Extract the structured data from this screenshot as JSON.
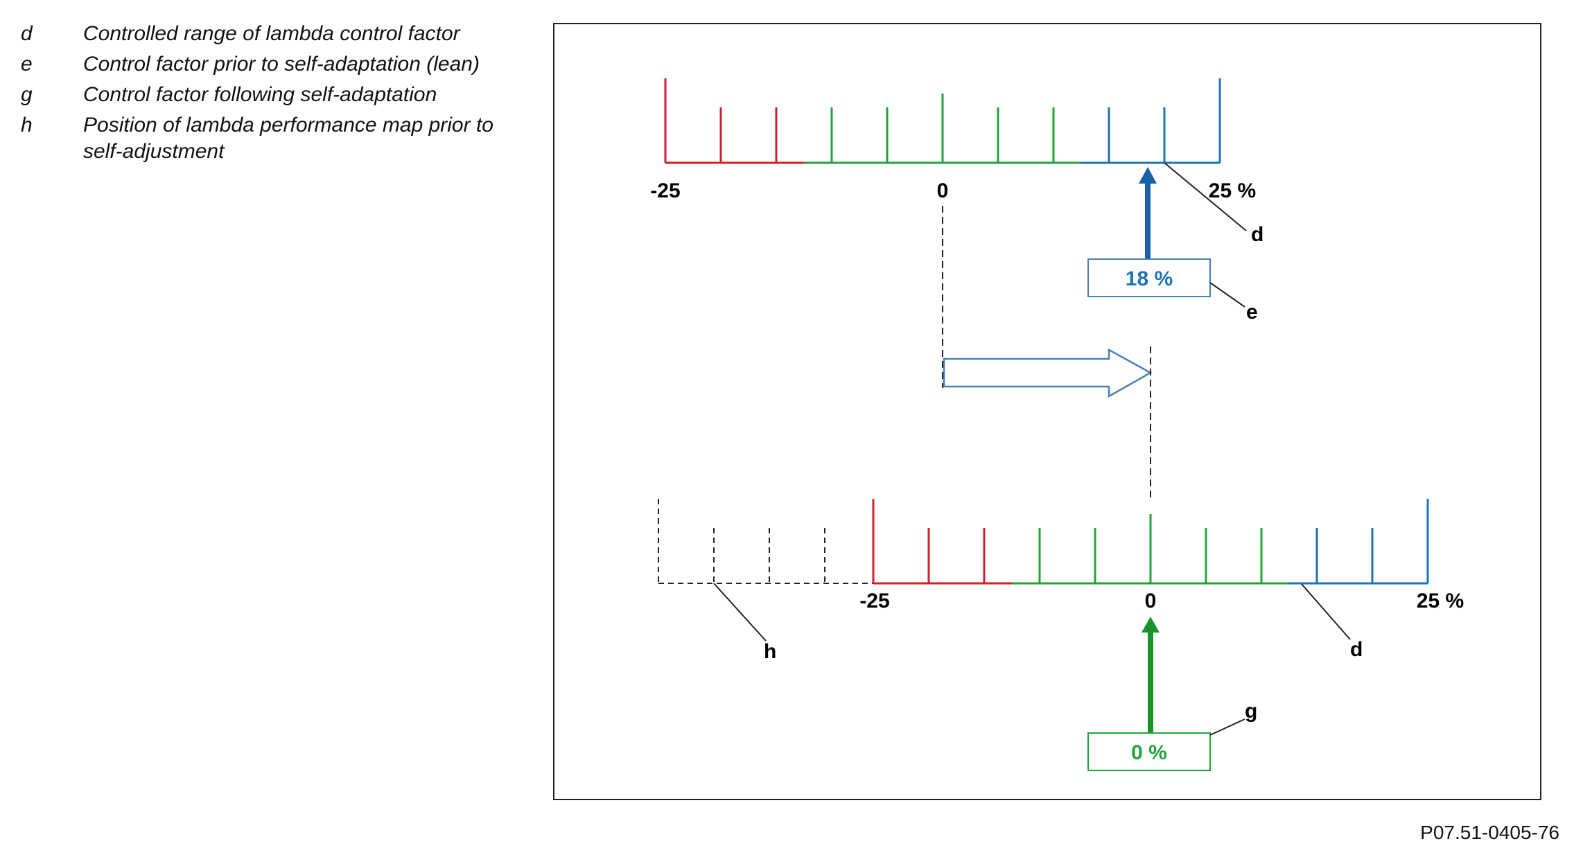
{
  "legend": [
    {
      "key": "d",
      "text": "Controlled range of lambda control factor"
    },
    {
      "key": "e",
      "text": "Control factor prior to self-adaptation (lean)"
    },
    {
      "key": "g",
      "text": "Control factor following self-adaptation"
    },
    {
      "key": "h",
      "text": "Position of lambda performance map prior to self-adjustment"
    }
  ],
  "diagram": {
    "top_scale": {
      "tick_labels": {
        "min": "-25",
        "mid": "0",
        "max": "25 %"
      },
      "range_callout": "d",
      "value_box": {
        "text": "18 %",
        "callout": "e"
      }
    },
    "bottom_scale": {
      "tick_labels": {
        "min": "-25",
        "mid": "0",
        "max": "25 %"
      },
      "range_callout": "d",
      "previous_map_callout": "h",
      "value_box": {
        "text": "0 %",
        "callout": "g"
      }
    }
  },
  "colors": {
    "red": "#d0202a",
    "green": "#22a33a",
    "blue": "#1e72b4",
    "dark_blue": "#1761a8",
    "dark_green": "#18942d",
    "arrow_outline": "#4a7fb5",
    "black": "#222222"
  },
  "figure_code": "P07.51-0405-76"
}
